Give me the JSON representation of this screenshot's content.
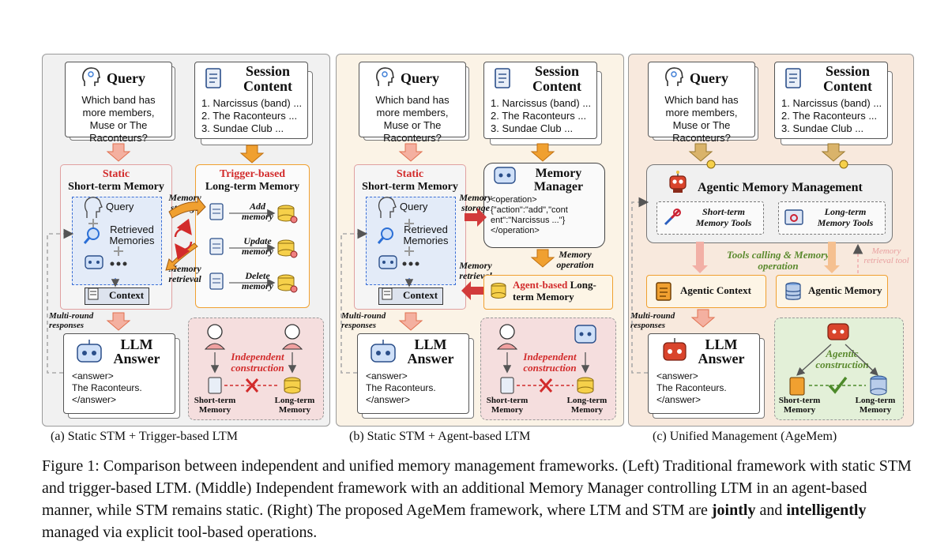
{
  "panels": {
    "a": {
      "query_title": "Query",
      "query_text": "Which band has more members, Muse or The Raconteurs?",
      "session_title": "Session Content",
      "session_items": [
        "1. Narcissus (band) ...",
        "2. The Raconteurs ...",
        "3. Sundae Club ..."
      ],
      "stm_title_top": "Static",
      "stm_title": "Short-term Memory",
      "stm_items": [
        "Query",
        "Retrieved Memories"
      ],
      "context_label": "Context",
      "ltm_title_top": "Trigger-based",
      "ltm_title": "Long-term Memory",
      "ltm_ops": [
        "Add memory",
        "Update memory",
        "Delete memory"
      ],
      "memory_storage": "Memory storage",
      "memory_retrieval": "Memory retrieval",
      "multi_round": "Multi-round responses",
      "llm_title": "LLM Answer",
      "answer_open": "<answer>",
      "answer_text": "The Raconteurs.",
      "answer_close": "</answer>",
      "construction": "Independent construction",
      "short_term": "Short-term Memory",
      "long_term": "Long-term Memory",
      "label": "(a) Static STM + Trigger-based LTM"
    },
    "b": {
      "query_title": "Query",
      "query_text": "Which band has more members, Muse or The Raconteurs?",
      "session_title": "Session Content",
      "session_items": [
        "1. Narcissus (band) ...",
        "2. The Raconteurs ...",
        "3. Sundae Club ..."
      ],
      "stm_title_top": "Static",
      "stm_title": "Short-term Memory",
      "stm_items": [
        "Query",
        "Retrieved Memories"
      ],
      "context_label": "Context",
      "manager_title": "Memory Manager",
      "manager_code": [
        "<operation>",
        "{\"action\":\"add\",\"cont",
        "ent\":\"Narcissus ...\"}",
        "</operation>"
      ],
      "memory_storage": "Memory storage",
      "memory_retrieval": "Memory retrieval",
      "memory_operation": "Memory operation",
      "agent_ltm_red": "Agent-based",
      "agent_ltm_rest": "Long-term Memory",
      "multi_round": "Multi-round responses",
      "llm_title": "LLM Answer",
      "answer_open": "<answer>",
      "answer_text": "The Raconteurs.",
      "answer_close": "</answer>",
      "construction": "Independent construction",
      "short_term": "Short-term Memory",
      "long_term": "Long-term Memory",
      "label": "(b) Static STM + Agent-based LTM"
    },
    "c": {
      "query_title": "Query",
      "query_text": "Which band has more members, Muse or The Raconteurs?",
      "session_title": "Session Content",
      "session_items": [
        "1. Narcissus (band) ...",
        "2. The Raconteurs ...",
        "3. Sundae Club ..."
      ],
      "agentic_title": "Agentic Memory Management",
      "stm_tools": "Short-term Memory Tools",
      "ltm_tools": "Long-term Memory Tools",
      "tools_calling": "Tools calling & Memory operation",
      "retrieval_tool": "Memory retrieval tool",
      "agentic_context": "Agentic Context",
      "agentic_memory": "Agentic Memory",
      "multi_round": "Multi-round responses",
      "llm_title": "LLM Answer",
      "answer_open": "<answer>",
      "answer_text": "The Raconteurs.",
      "answer_close": "</answer>",
      "construction": "Agentic construction",
      "short_term": "Short-term Memory",
      "long_term": "Long-term Memory",
      "label": "(c) Unified Management (AgeMem)"
    }
  },
  "caption": {
    "lead": "Figure 1: Comparison between independent and unified memory management frameworks. (Left) Traditional framework with static STM and trigger-based LTM. (Middle) Independent framework with an additional Memory Manager controlling LTM in an agent-based manner, while STM remains static. (Right) The proposed AgeMem framework, where LTM and STM are ",
    "bold1": "jointly",
    "mid": " and ",
    "bold2": "intelligently",
    "tail": " managed via explicit tool-based operations."
  },
  "colors": {
    "red_accent": "#d22b2b",
    "orange_arrow": "#f0a030",
    "pink_arrow": "#f2a08a",
    "panel_a_bg": "#f1f1f1",
    "panel_b_bg": "#fbf3e6",
    "panel_c_bg": "#f8e9dd"
  }
}
